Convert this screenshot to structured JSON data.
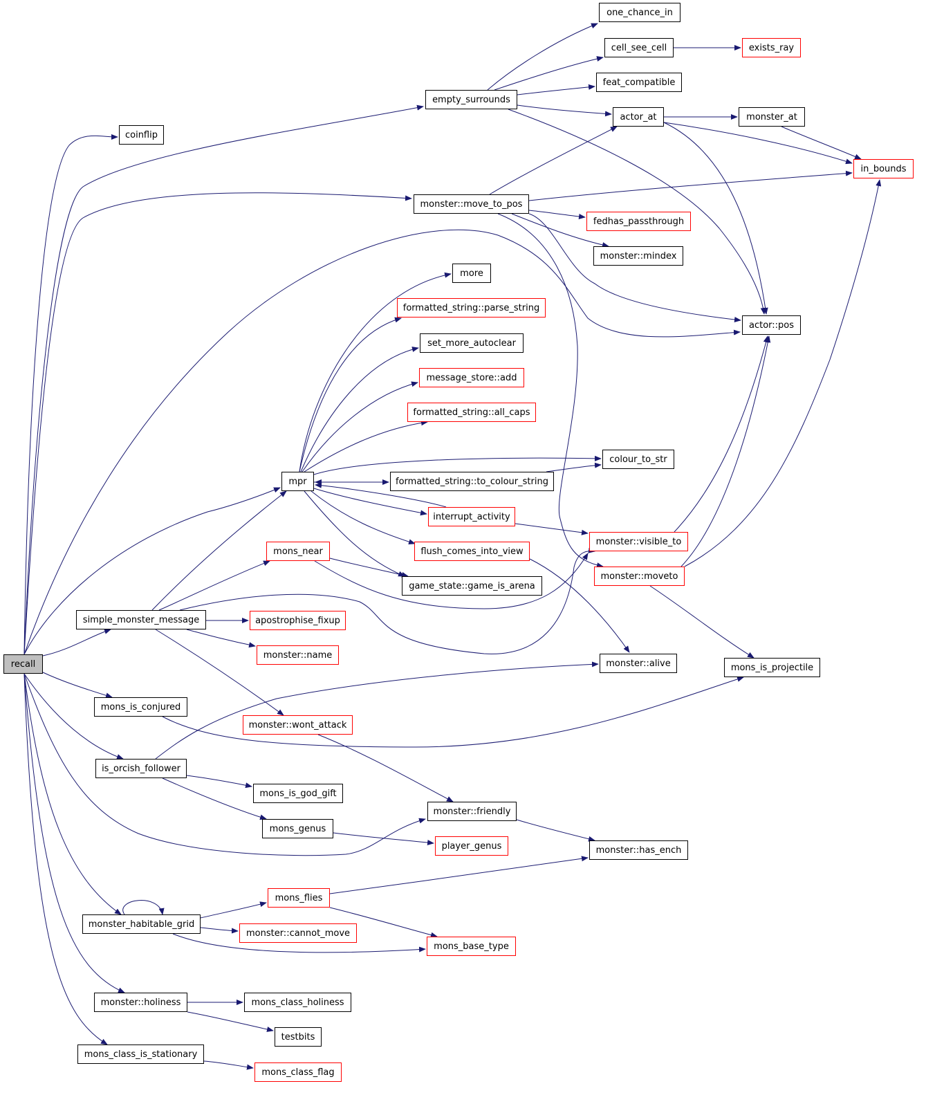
{
  "colors": {
    "edge": "#191970",
    "box_border": "#000000",
    "incomplete_border": "#ff0000",
    "root_fill": "#bfbfbf"
  },
  "nodes": {
    "one_chance_in": "one_chance_in",
    "cell_see_cell": "cell_see_cell",
    "exists_ray": "exists_ray",
    "feat_compatible": "feat_compatible",
    "empty_surrounds": "empty_surrounds",
    "coinflip": "coinflip",
    "actor_at": "actor_at",
    "monster_at": "monster_at",
    "in_bounds": "in_bounds",
    "monster_move_to_pos": "monster::move_to_pos",
    "fedhas_passthrough": "fedhas_passthrough",
    "monster_mindex": "monster::mindex",
    "more": "more",
    "parse_string": "formatted_string::parse_string",
    "actor_pos": "actor::pos",
    "set_more_autoclear": "set_more_autoclear",
    "message_store_add": "message_store::add",
    "all_caps": "formatted_string::all_caps",
    "colour_to_str": "colour_to_str",
    "mpr": "mpr",
    "to_colour_string": "formatted_string::to_colour_string",
    "interrupt_activity": "interrupt_activity",
    "monster_visible_to": "monster::visible_to",
    "mons_near": "mons_near",
    "flush_comes_into_view": "flush_comes_into_view",
    "monster_moveto": "monster::moveto",
    "game_is_arena": "game_state::game_is_arena",
    "simple_monster_message": "simple_monster_message",
    "apostrophise_fixup": "apostrophise_fixup",
    "monster_name": "monster::name",
    "recall": "recall",
    "monster_alive": "monster::alive",
    "mons_is_projectile": "mons_is_projectile",
    "mons_is_conjured": "mons_is_conjured",
    "monster_wont_attack": "monster::wont_attack",
    "is_orcish_follower": "is_orcish_follower",
    "mons_is_god_gift": "mons_is_god_gift",
    "monster_friendly": "monster::friendly",
    "mons_genus": "mons_genus",
    "player_genus": "player_genus",
    "monster_has_ench": "monster::has_ench",
    "mons_flies": "mons_flies",
    "monster_habitable_grid": "monster_habitable_grid",
    "monster_cannot_move": "monster::cannot_move",
    "mons_base_type": "mons_base_type",
    "monster_holiness": "monster::holiness",
    "mons_class_holiness": "mons_class_holiness",
    "testbits": "testbits",
    "mons_class_is_stationary": "mons_class_is_stationary",
    "mons_class_flag": "mons_class_flag"
  }
}
